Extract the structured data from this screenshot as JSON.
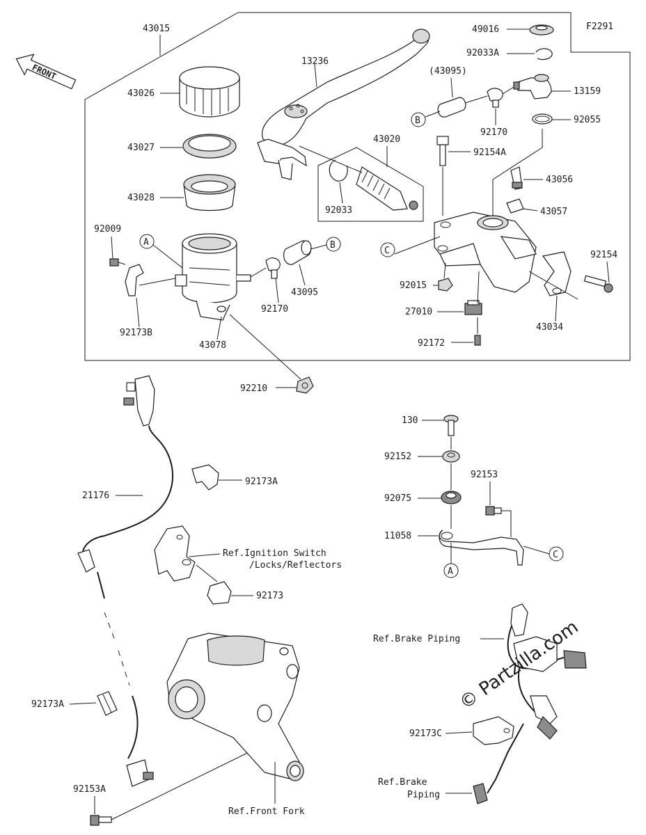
{
  "figure_code": "F2291",
  "front_label": "FRONT",
  "watermark": "© Partzilla.com",
  "labels": {
    "p43015": "43015",
    "p13236": "13236",
    "p49016": "49016",
    "p92033A": "92033A",
    "p43095_paren": "(43095)",
    "p13159": "13159",
    "p43026": "43026",
    "p92170_top": "92170",
    "p92055": "92055",
    "p43020": "43020",
    "p92154A": "92154A",
    "p43027": "43027",
    "p43056": "43056",
    "p43028": "43028",
    "p92033": "92033",
    "p43057": "43057",
    "p92009": "92009",
    "p92154": "92154",
    "p92015": "92015",
    "p43095": "43095",
    "p92170": "92170",
    "p92173B": "92173B",
    "p27010": "27010",
    "p43034": "43034",
    "p43078": "43078",
    "p92172": "92172",
    "p92210": "92210",
    "p130": "130",
    "p92152": "92152",
    "p92153": "92153",
    "p92075": "92075",
    "p11058": "11058",
    "p92173A_top": "92173A",
    "p21176": "21176",
    "ref_ignition_1": "Ref.Ignition Switch",
    "ref_ignition_2": "/Locks/Reflectors",
    "p92173": "92173",
    "ref_brake_piping_1": "Ref.Brake Piping",
    "p92173A_bot": "92173A",
    "p92173C": "92173C",
    "ref_brake_piping_2a": "Ref.Brake",
    "ref_brake_piping_2b": "Piping",
    "p92153A": "92153A",
    "ref_front_fork": "Ref.Front Fork"
  },
  "callouts": {
    "A": "A",
    "B": "B",
    "C": "C"
  }
}
